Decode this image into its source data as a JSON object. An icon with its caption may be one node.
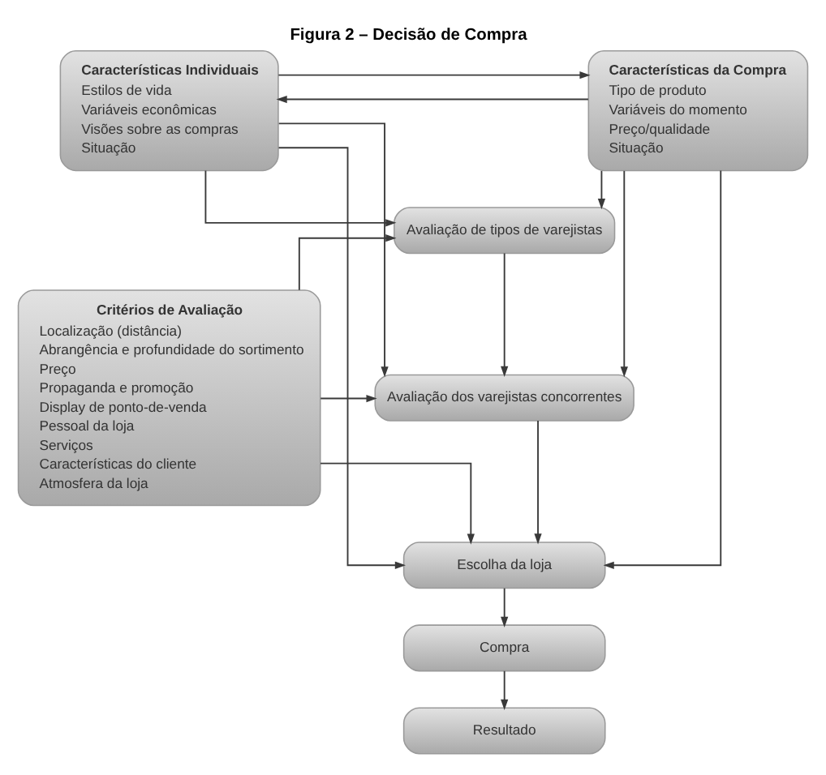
{
  "diagram": {
    "title": "Figura 2 – Decisão de Compra",
    "nodes": [
      {
        "text": [
          "Características Individuais",
          "Estilos de vida",
          "Variáveis econômicas",
          "Visões sobre as compras",
          "Situação"
        ]
      },
      {
        "text": [
          "Características da Compra",
          "Tipo de produto",
          "Variáveis do momento",
          "Preço/qualidade",
          "Situação"
        ]
      },
      {
        "text": [
          "Critérios de Avaliação",
          "Localização (distância)",
          "Abrangência e profundidade do sortimento",
          "Preço",
          "Propaganda e promoção",
          "Display de ponto-de-venda",
          "Pessoal da loja",
          "Serviços",
          "Características do cliente",
          "Atmosfera da loja"
        ]
      },
      {
        "text": [
          "Avaliação de tipos de varejistas"
        ]
      },
      {
        "text": [
          "Avaliação dos varejistas concorrentes"
        ]
      },
      {
        "text": [
          "Escolha da loja"
        ]
      },
      {
        "text": [
          "Compra"
        ]
      },
      {
        "text": [
          "Resultado"
        ]
      }
    ],
    "edges": [
      {
        "from": 0,
        "to": 1,
        "arrow": "to"
      },
      {
        "from": 1,
        "to": 0,
        "arrow": "to"
      },
      {
        "from": 0,
        "to": 3,
        "arrow": "to"
      },
      {
        "from": 0,
        "to": 4,
        "arrow": "to"
      },
      {
        "from": 0,
        "to": 5,
        "arrow": "to"
      },
      {
        "from": 1,
        "to": 3,
        "arrow": "to"
      },
      {
        "from": 1,
        "to": 4,
        "arrow": "to"
      },
      {
        "from": 1,
        "to": 5,
        "arrow": "to"
      },
      {
        "from": 2,
        "to": 3,
        "arrow": "to"
      },
      {
        "from": 2,
        "to": 4,
        "arrow": "to"
      },
      {
        "from": 2,
        "to": 5,
        "arrow": "to"
      },
      {
        "from": 3,
        "to": 4,
        "arrow": "to"
      },
      {
        "from": 4,
        "to": 5,
        "arrow": "to"
      },
      {
        "from": 5,
        "to": 6,
        "arrow": "to"
      },
      {
        "from": 6,
        "to": 7,
        "arrow": "to"
      }
    ]
  }
}
